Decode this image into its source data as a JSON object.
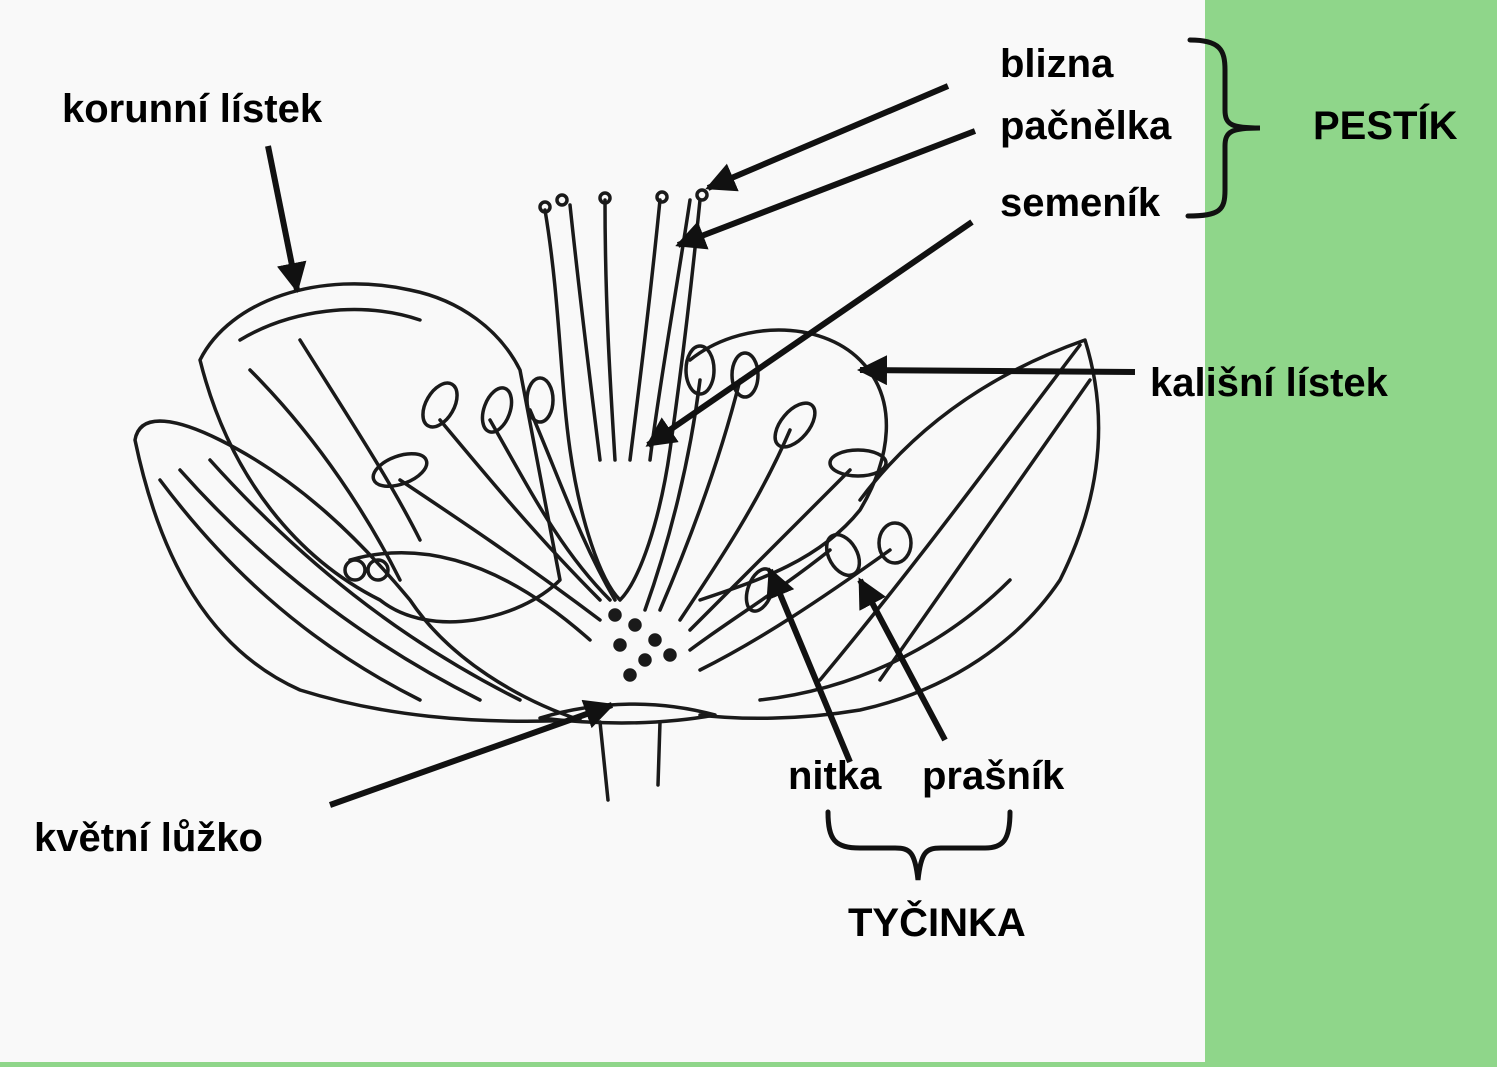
{
  "diagram": {
    "colors": {
      "background": "#8fd68a",
      "paper": "#f9f9f9",
      "ink": "#111111"
    },
    "labels": {
      "korunni_listek": "korunní lístek",
      "blizna": "blizna",
      "pacnelka": "pačnělka",
      "semenik": "semeník",
      "pestik": "PESTÍK",
      "kalisni_listek": "kališní lístek",
      "nitka": "nitka",
      "prasnik": "prašník",
      "tycinka": "TYČINKA",
      "kvetni_luzko": "květní lůžko"
    }
  }
}
